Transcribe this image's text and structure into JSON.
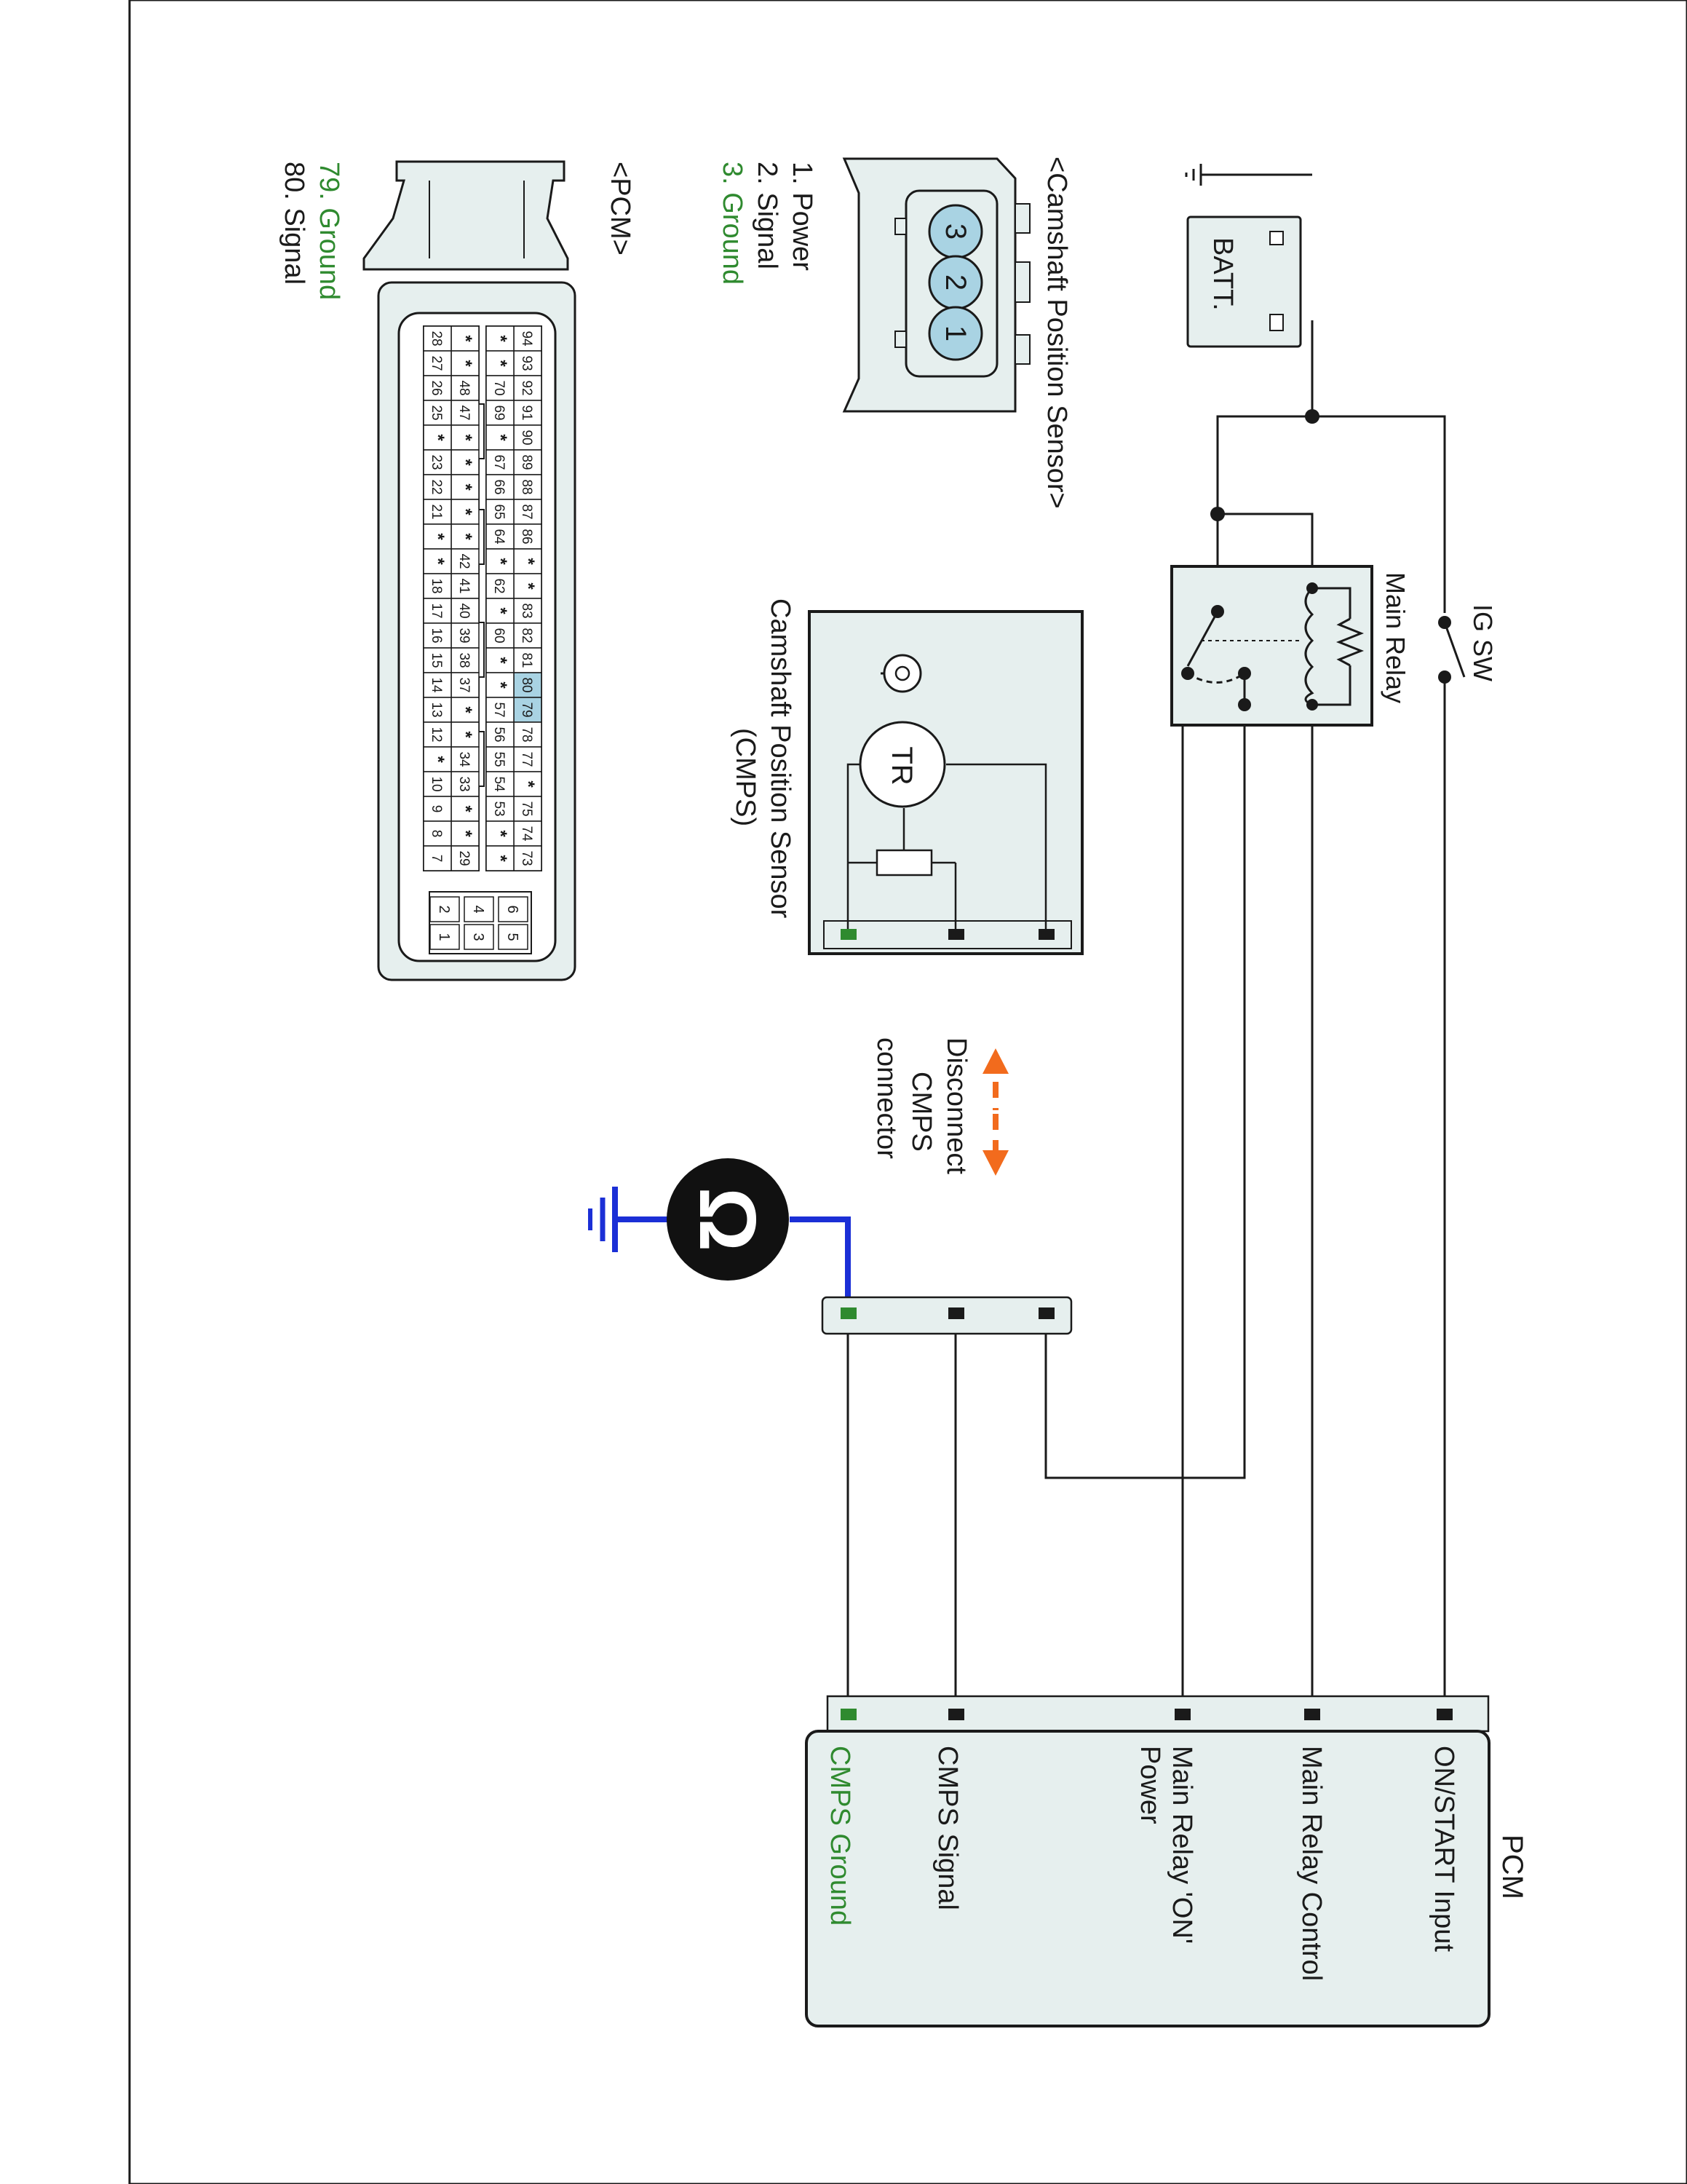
{
  "colors": {
    "line": "#1a1a1a",
    "panel_fill": "#e6efee",
    "panel_stroke": "#1a1a1a",
    "ground_green": "#2f8a2f",
    "meter_wire": "#1b2fd6",
    "arrow_orange": "#f26b1d",
    "pin_blue": "#a9d3e3"
  },
  "power": {
    "battery_label": "BATT.",
    "ig_switch_label": "IG SW",
    "main_relay_label": "Main Relay"
  },
  "sensor": {
    "box_title_line1": "Camshaft Position Sensor",
    "box_title_line2": "(CMPS)",
    "transistor_label": "TR"
  },
  "cmps_connector": {
    "title": "<Camshaft Position Sensor>",
    "pins": [
      {
        "num": "1",
        "label": "1. Power"
      },
      {
        "num": "2",
        "label": "2. Signal"
      },
      {
        "num": "3",
        "label": "3. Ground"
      }
    ]
  },
  "pcm_connector": {
    "title": "<PCM>",
    "pins": [
      {
        "label": "79. Ground"
      },
      {
        "label": "80. Signal"
      }
    ],
    "row1": [
      "94",
      "93",
      "92",
      "91",
      "90",
      "89",
      "88",
      "87",
      "86",
      "*",
      "*",
      "83",
      "82",
      "81",
      "80",
      "79",
      "78",
      "77",
      "*",
      "75",
      "74",
      "73"
    ],
    "row2": [
      "*",
      "*",
      "70",
      "69",
      "*",
      "67",
      "66",
      "65",
      "64",
      "*",
      "62",
      "*",
      "60",
      "*",
      "*",
      "57",
      "56",
      "55",
      "54",
      "53",
      "*",
      "*"
    ],
    "row3": [
      "*",
      "*",
      "48",
      "47",
      "*",
      "*",
      "*",
      "*",
      "*",
      "42",
      "41",
      "40",
      "39",
      "38",
      "37",
      "*",
      "*",
      "34",
      "33",
      "*",
      "*",
      "29"
    ],
    "row4": [
      "28",
      "27",
      "26",
      "25",
      "*",
      "23",
      "22",
      "21",
      "*",
      "*",
      "18",
      "17",
      "16",
      "15",
      "14",
      "13",
      "12",
      "*",
      "10",
      "9",
      "8",
      "7"
    ],
    "small_rows": [
      [
        "6",
        "5"
      ],
      [
        "4",
        "3"
      ],
      [
        "2",
        "1"
      ]
    ],
    "highlight": [
      "80",
      "79"
    ]
  },
  "test": {
    "instruction_lines": [
      "Disconnect",
      "CMPS",
      "connector"
    ],
    "meter_symbol": "Ω"
  },
  "pcm_box": {
    "title": "PCM",
    "terminals": [
      {
        "label": "ON/START Input"
      },
      {
        "label": "Main Relay Control"
      },
      {
        "label_line1": "Main Relay 'ON'",
        "label_line2": "Power"
      },
      {
        "label": "CMPS Signal"
      },
      {
        "label": "CMPS Ground"
      }
    ]
  }
}
